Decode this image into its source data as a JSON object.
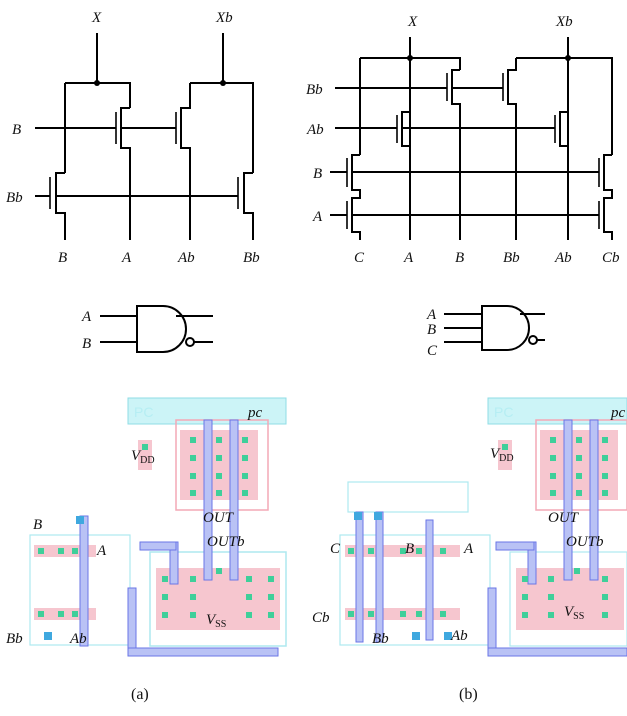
{
  "schematic_a": {
    "top_labels": [
      "X",
      "Xb"
    ],
    "left_labels": [
      "B",
      "Bb"
    ],
    "bottom_labels": [
      "B",
      "A",
      "Ab",
      "Bb"
    ]
  },
  "schematic_b": {
    "top_labels": [
      "X",
      "Xb"
    ],
    "left_labels": [
      "Bb",
      "Ab",
      "B",
      "A"
    ],
    "bottom_labels": [
      "C",
      "A",
      "B",
      "Bb",
      "Ab",
      "Cb"
    ]
  },
  "gate_a": {
    "inputs": [
      "A",
      "B"
    ]
  },
  "gate_b": {
    "inputs": [
      "A",
      "B",
      "C"
    ]
  },
  "layout_a": {
    "pc": "pc",
    "pc_watermark": "PC",
    "vdd": "V",
    "vdd_sub": "DD",
    "out": "OUT",
    "outb": "OUTb",
    "vss": "V",
    "vss_sub": "SS",
    "labels": [
      "B",
      "A",
      "Bb",
      "Ab"
    ]
  },
  "layout_b": {
    "pc": "pc",
    "pc_watermark": "PC",
    "vdd": "V",
    "vdd_sub": "DD",
    "out": "OUT",
    "outb": "OUTb",
    "vss": "V",
    "vss_sub": "SS",
    "labels": [
      "C",
      "B",
      "A",
      "Cb",
      "Bb",
      "Ab"
    ]
  },
  "captions": [
    "(a)",
    "(b)"
  ],
  "colors": {
    "diffusion": "#f6c6cf",
    "contact": "#3fcf9a",
    "metal1": "#b9c2f5",
    "metal1_edge": "#6a76e6",
    "poly_outline": "#aee8ef",
    "well": "#ccf4f7"
  }
}
